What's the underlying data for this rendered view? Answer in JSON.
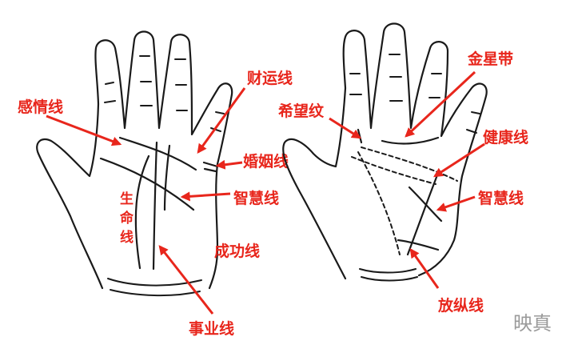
{
  "colors": {
    "accent": "#e8261c",
    "ink": "#1a1a1a",
    "watermark": "#9a9a9a"
  },
  "left_hand": {
    "labels": {
      "heart_line": "感情线",
      "wealth_line": "财运线",
      "marriage_line": "婚姻线",
      "head_line": "智慧线",
      "life_line_1": "生",
      "life_line_2": "命",
      "life_line_3": "线",
      "success_line": "成功线",
      "career_line": "事业线"
    }
  },
  "right_hand": {
    "labels": {
      "venus_belt": "金星带",
      "hope_pattern": "希望纹",
      "health_line": "健康线",
      "head_line": "智慧线",
      "indulgence_line": "放纵线"
    }
  },
  "watermark": "映真"
}
